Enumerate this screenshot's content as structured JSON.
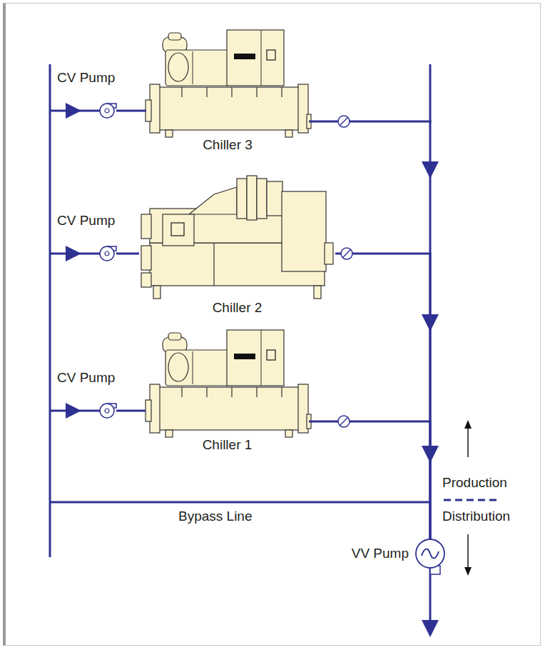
{
  "diagram": {
    "nodes": [
      {
        "text": [
          "CV Pump"
        ]
      },
      {
        "text": [
          "Chiller 3"
        ]
      },
      {
        "text": [
          "CV Pump"
        ]
      },
      {
        "text": [
          "Chiller 2"
        ]
      },
      {
        "text": [
          "CV Pump"
        ]
      },
      {
        "text": [
          "Chiller 1"
        ]
      },
      {
        "text": [
          "VV Pump"
        ]
      }
    ],
    "edges": [
      {
        "from": 0,
        "to": 1,
        "arrow": "none"
      },
      {
        "from": 2,
        "to": 3,
        "arrow": "none"
      },
      {
        "from": 4,
        "to": 5,
        "arrow": "none"
      },
      {
        "from": 1,
        "to": 6,
        "arrow": "none"
      },
      {
        "from": 3,
        "to": 6,
        "arrow": "none"
      },
      {
        "from": 5,
        "to": 6,
        "arrow": "none"
      }
    ],
    "labels": [
      "Bypass Line",
      "Production",
      "Distribution"
    ]
  }
}
